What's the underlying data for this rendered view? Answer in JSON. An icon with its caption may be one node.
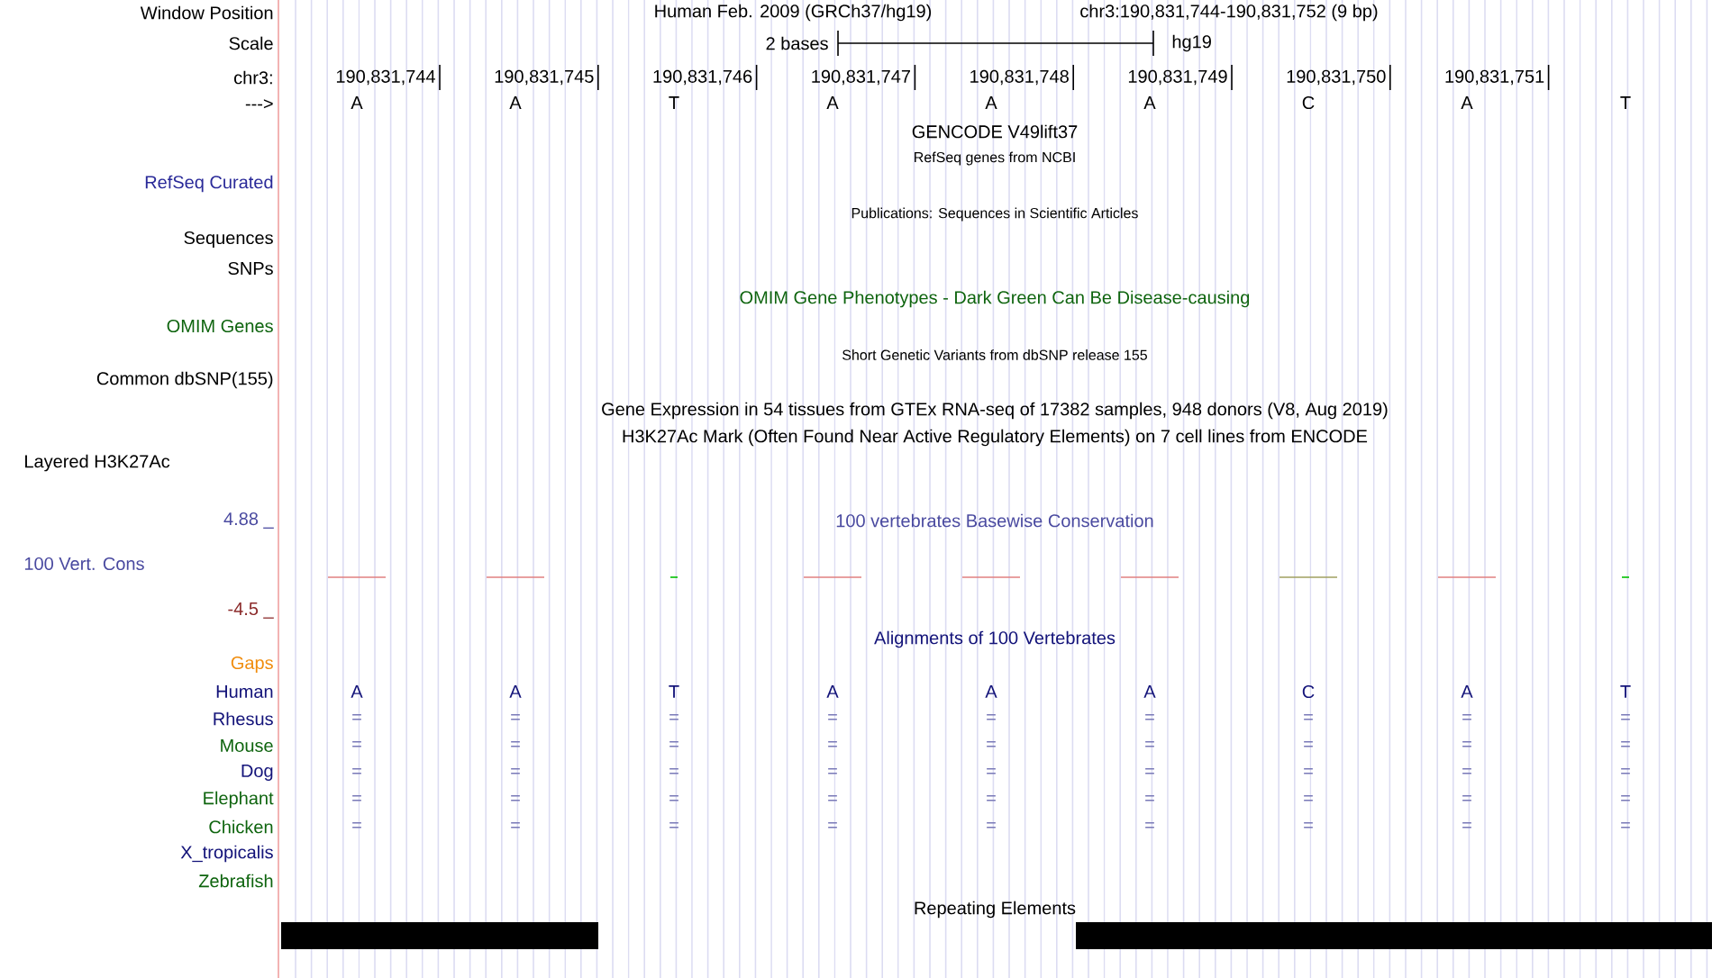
{
  "diagram": {
    "nodes": [
      {
        "text": [],
        "shape": "bar"
      },
      {
        "text": [],
        "shape": "bar"
      }
    ],
    "labels": [
      "Window Position",
      "Human Feb. 2009 (GRCh37/hg19)",
      "chr3:190,831,744-190,831,752 (9 bp)",
      "Scale",
      "2 bases",
      "hg19",
      "chr3:",
      "190,831,744",
      "190,831,745",
      "190,831,746",
      "190,831,747",
      "190,831,748",
      "190,831,749",
      "190,831,750",
      "190,831,751",
      "--->",
      "A",
      "A",
      "T",
      "A",
      "A",
      "A",
      "C",
      "A",
      "T",
      "GENCODE V49lift37",
      "RefSeq genes from NCBI",
      "RefSeq Curated",
      "Publications: Sequences in Scientific Articles",
      "Sequences",
      "SNPs",
      "OMIM Gene Phenotypes - Dark Green Can Be Disease-causing",
      "OMIM Genes",
      "Short Genetic Variants from dbSNP release 155",
      "Common dbSNP(155)",
      "Gene Expression in 54 tissues from GTEx RNA-seq of 17382 samples, 948 donors (V8, Aug 2019)",
      "H3K27Ac Mark (Often Found Near Active Regulatory Elements) on 7 cell lines from ENCODE",
      "Layered H3K27Ac",
      "4.88 _",
      "100 vertebrates Basewise Conservation",
      "100 Vert. Cons",
      "-4.5 _",
      "Alignments of 100 Vertebrates",
      "Gaps",
      "Human",
      "A",
      "A",
      "T",
      "A",
      "A",
      "A",
      "C",
      "A",
      "T",
      "Rhesus",
      "=",
      "=",
      "=",
      "=",
      "=",
      "=",
      "=",
      "=",
      "=",
      "Mouse",
      "=",
      "=",
      "=",
      "=",
      "=",
      "=",
      "=",
      "=",
      "=",
      "Dog",
      "=",
      "=",
      "=",
      "=",
      "=",
      "=",
      "=",
      "=",
      "=",
      "Elephant",
      "=",
      "=",
      "=",
      "=",
      "=",
      "=",
      "=",
      "=",
      "=",
      "Chicken",
      "=",
      "=",
      "=",
      "=",
      "=",
      "=",
      "=",
      "=",
      "=",
      "X_tropicalis",
      "Zebrafish",
      "Repeating Elements"
    ]
  }
}
